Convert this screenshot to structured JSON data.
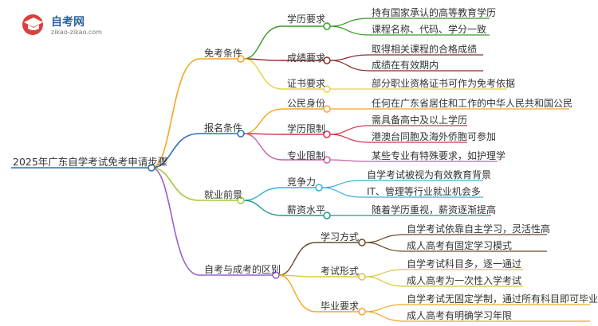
{
  "logo": {
    "title": "自考网",
    "url": "zikao-zikao.com"
  },
  "root": "2025年广东自学考试免考申请步骤",
  "branches": [
    {
      "id": "b0",
      "label": "免考条件",
      "color": "#f5a623",
      "children": [
        {
          "label": "学历要求",
          "color": "#3a9a28",
          "leaves": [
            "持有国家承认的高等教育学历",
            "课程名称、代码、学分一致"
          ]
        },
        {
          "label": "成绩要求",
          "color": "#8a2a2a",
          "leaves": [
            "取得相关课程的合格成绩",
            "成绩在有效期内"
          ]
        },
        {
          "label": "证书要求",
          "color": "#e6d23a",
          "leaves": [
            "部分职业资格证书可作为免考依据"
          ]
        }
      ]
    },
    {
      "id": "b1",
      "label": "报名条件",
      "color": "#2f6fb0",
      "children": [
        {
          "label": "公民身份",
          "color": "#f5a623",
          "leaves": [
            "任何在广东省居住和工作的中华人民共和国公民"
          ]
        },
        {
          "label": "学历限制",
          "color": "#d8304a",
          "leaves": [
            "需具备高中及以上学历",
            "港澳台同胞及海外侨胞可参加"
          ]
        },
        {
          "label": "专业限制",
          "color": "#c95fa8",
          "leaves": [
            "某些专业有特殊要求，如护理学"
          ]
        }
      ]
    },
    {
      "id": "b2",
      "label": "就业前景",
      "color": "#a3c93a",
      "children": [
        {
          "label": "竞争力",
          "color": "#3aaed8",
          "leaves": [
            "自学考试被视为有效教育背景",
            "IT、管理等行业就业机会多"
          ]
        },
        {
          "label": "薪资水平",
          "color": "#1f9a8a",
          "leaves": [
            "随着学历重视，薪资逐渐提高"
          ]
        }
      ]
    },
    {
      "id": "b3",
      "label": "自考与成考的区别",
      "color": "#9a5fc9",
      "children": [
        {
          "label": "学习方式",
          "color": "#6b4a2a",
          "leaves": [
            "自学考试依靠自主学习，灵活性高",
            "成人高考有固定学习模式"
          ]
        },
        {
          "label": "考试形式",
          "color": "#d8c83a",
          "leaves": [
            "自学考试科目多，逐一通过",
            "成人高考为一次性入学考试"
          ]
        },
        {
          "label": "毕业要求",
          "color": "#f5a623",
          "leaves": [
            "自学考试无固定学制，通过所有科目即可毕业",
            "成人高考有明确学习年限"
          ]
        }
      ]
    }
  ]
}
